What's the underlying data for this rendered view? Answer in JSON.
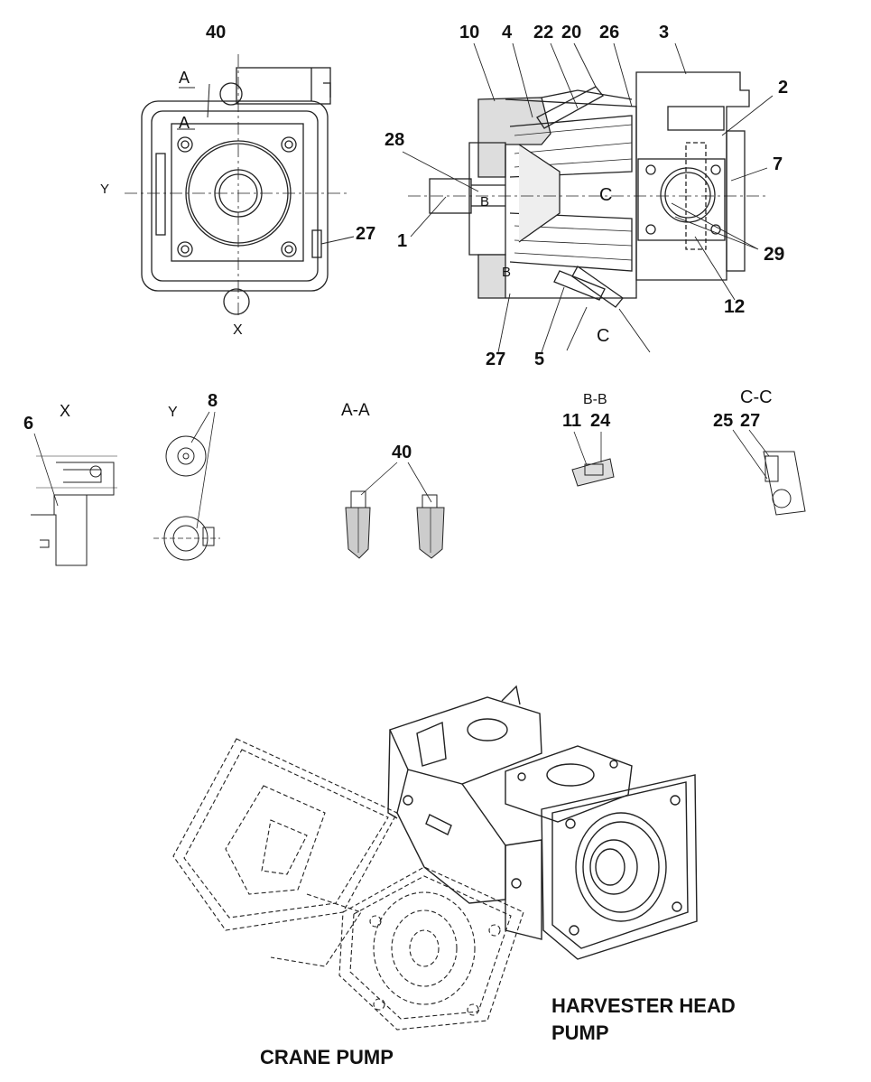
{
  "drawing": {
    "callouts": {
      "n40_top": "40",
      "n10": "10",
      "n4": "4",
      "n22": "22",
      "n20": "20",
      "n26": "26",
      "n3": "3",
      "n2": "2",
      "n28": "28",
      "n7": "7",
      "n27_front": "27",
      "n1": "1",
      "n29": "29",
      "n12": "12",
      "n27_side": "27",
      "n5": "5",
      "n6": "6",
      "n8": "8",
      "n40_detail": "40",
      "n11": "11",
      "n24": "24",
      "n25": "25",
      "n27_cc": "27"
    },
    "view_marks": {
      "a_top": "A",
      "a_mid": "A",
      "y_left": "Y",
      "x_bottom": "X",
      "b_mid": "B",
      "b_low": "B",
      "c_mid": "C",
      "c_low": "C"
    },
    "detail_titles": {
      "view_x": "X",
      "view_y": "Y",
      "section_aa": "A-A",
      "section_bb": "B-B",
      "section_cc": "C-C"
    },
    "captions": {
      "harvester_line1": "HARVESTER HEAD",
      "harvester_line2": "PUMP",
      "crane": "CRANE PUMP"
    }
  }
}
